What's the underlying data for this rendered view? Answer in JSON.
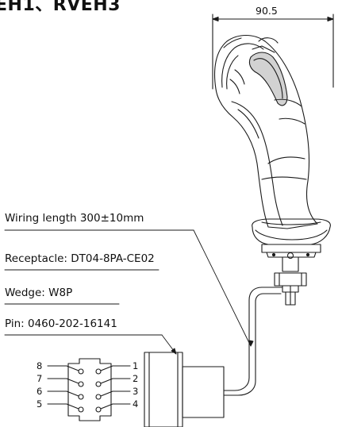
{
  "header": {
    "title": "EH1、RVEH3"
  },
  "dimension": {
    "width_label": "90.5"
  },
  "callouts": {
    "wiring_length": "Wiring length 300±10mm",
    "receptacle": "Receptacle: DT04-8PA-CE02",
    "wedge": "Wedge: W8P",
    "pin": "Pin: 0460-202-16141"
  },
  "pins": {
    "left": [
      "8",
      "7",
      "6",
      "5"
    ],
    "right": [
      "1",
      "2",
      "3",
      "4"
    ]
  },
  "colors": {
    "line": "#1a1a1a",
    "background": "#ffffff"
  }
}
